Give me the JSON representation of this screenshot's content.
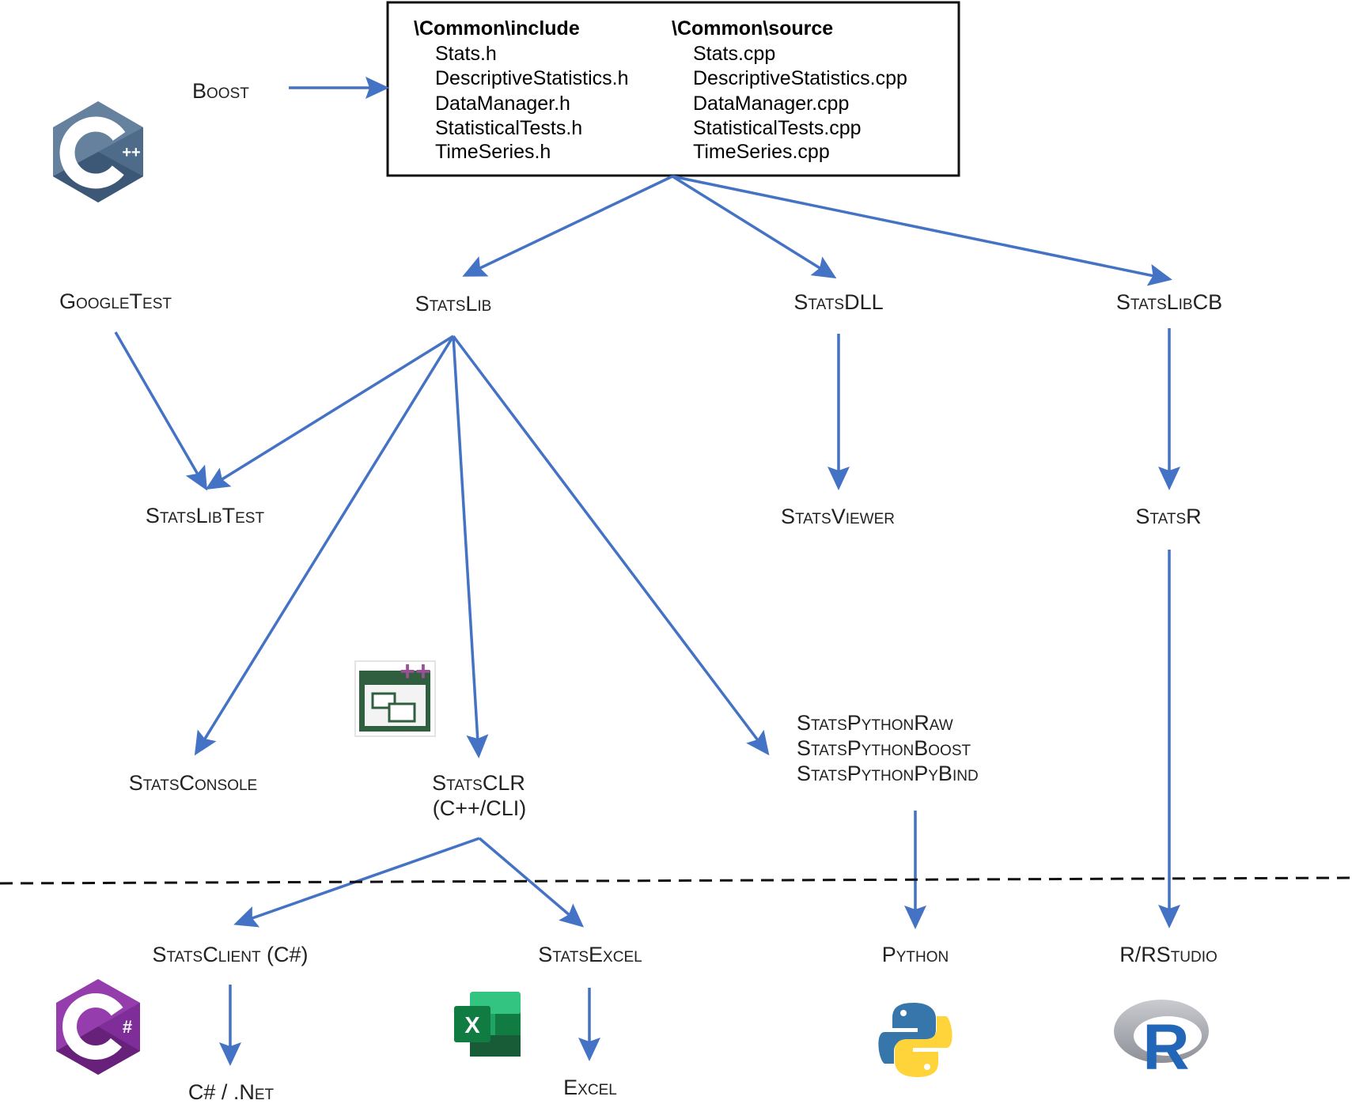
{
  "header_box": {
    "include_title": "\\Common\\include",
    "include_files": [
      "Stats.h",
      "DescriptiveStatistics.h",
      "DataManager.h",
      "StatisticalTests.h",
      "TimeSeries.h"
    ],
    "source_title": "\\Common\\source",
    "source_files": [
      "Stats.cpp",
      "DescriptiveStatistics.cpp",
      "DataManager.cpp",
      "StatisticalTests.cpp",
      "TimeSeries.cpp"
    ]
  },
  "nodes": {
    "boost": "Boost",
    "googletest": "GoogleTest",
    "statslib": "StatsLib",
    "statsdll": "StatsDLL",
    "statslibcb": "StatsLibCB",
    "statslibtest": "StatsLibTest",
    "statsviewer": "StatsViewer",
    "statsr": "StatsR",
    "statsconsole": "StatsConsole",
    "statsclr": "StatsCLR",
    "statsclr_sub": "(C++/CLI)",
    "statspythonraw": "StatsPythonRaw",
    "statspythonboost": "StatsPythonBoost",
    "statspythonpybind": "StatsPythonPyBind",
    "statsclient": "StatsClient (C#)",
    "statsexcel": "StatsExcel",
    "python": "Python",
    "rstudio": "R/RStudio",
    "csharp_net": "C# / .Net",
    "excel": "Excel"
  },
  "icons": {
    "cpp": {
      "name": "cpp-logo-icon",
      "glyph": "++",
      "color": "#65819e"
    },
    "cpp_cli": {
      "name": "cpp-cli-project-icon",
      "glyph": "++",
      "color": "#9b4f96"
    },
    "csharp": {
      "name": "csharp-logo-icon",
      "glyph": "#",
      "color": "#953dac"
    },
    "excel": {
      "name": "excel-logo-icon",
      "glyph": "X",
      "color": "#1d6f42"
    },
    "python": {
      "name": "python-logo-icon",
      "colors": [
        "#3776ab",
        "#ffd43b"
      ]
    },
    "r": {
      "name": "r-logo-icon",
      "glyph": "R",
      "colors": [
        "#a8aab0",
        "#2266b8"
      ]
    }
  },
  "colors": {
    "arrow": "#4472c4",
    "text": "#222222",
    "divider": "#111111"
  }
}
